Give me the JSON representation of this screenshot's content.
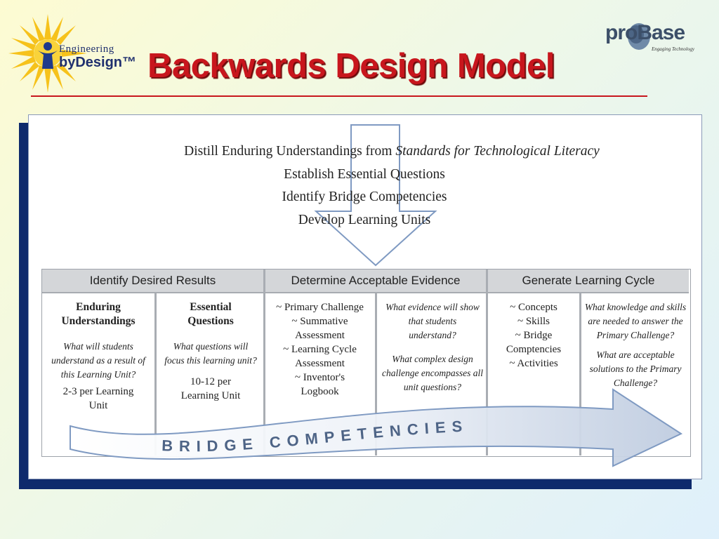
{
  "title": "Backwards Design Model",
  "logos": {
    "left_line1": "Engineering",
    "left_line2": "byDesign™",
    "right_name": "proBase",
    "right_tagline": "Engaging Technology"
  },
  "top_lines": {
    "line1_prefix": "Distill Enduring Understandings from ",
    "line1_italic": "Standards for Technological Literacy",
    "line2": "Establish Essential Questions",
    "line3": "Identify Bridge Competencies",
    "line4": "Develop Learning Units"
  },
  "headers": [
    "Identify  Desired  Results",
    "Determine  Acceptable  Evidence",
    "Generate  Learning  Cycle"
  ],
  "columns": {
    "enduring": {
      "title": "Enduring Understandings",
      "question": "What will students understand as a result of this Learning Unit?",
      "count": "2-3 per Learning Unit"
    },
    "essential": {
      "title": "Essential Questions",
      "question": "What questions will focus this learning unit?",
      "count": "10-12 per Learning Unit"
    },
    "evidence_list": [
      "~ Primary Challenge",
      "~ Summative",
      "Assessment",
      "~ Learning Cycle",
      "Assessment",
      "~ Inventor's",
      "Logbook"
    ],
    "evidence_questions": {
      "q1": "What evidence will show that students understand?",
      "q2": "What complex design challenge encompasses all unit questions?"
    },
    "cycle_list": [
      "~ Concepts",
      "~ Skills",
      "~ Bridge",
      "Comptencies",
      "~ Activities"
    ],
    "cycle_questions": {
      "q1": "What knowledge and skills are needed to answer the Primary Challenge?",
      "q2": "What are acceptable solutions to the Primary Challenge?"
    }
  },
  "bridge_text": "BRIDGE  COMPETENCIES",
  "colors": {
    "title": "#c8161d",
    "panel_shadow": "#0e2a6c",
    "arrow_stroke": "#7f9ac2",
    "bridge_text": "#4e6486"
  }
}
